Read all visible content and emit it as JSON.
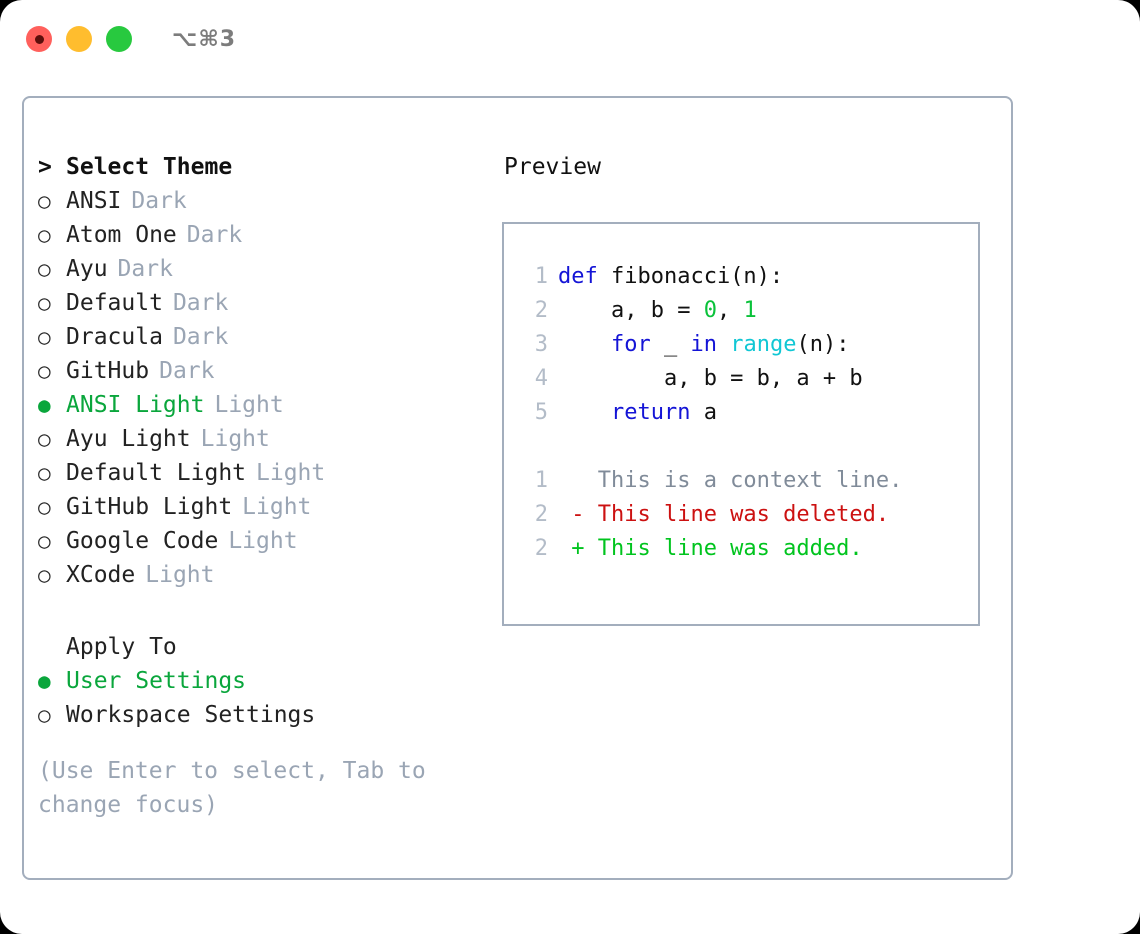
{
  "titlebar": {
    "shortcut": "⌥⌘3",
    "lights": [
      "close",
      "minimize",
      "maximize"
    ]
  },
  "theme_panel": {
    "heading": "Select Theme",
    "caret": ">",
    "bullet_selected": "●",
    "bullet_unselected": "○",
    "items": [
      {
        "label": "ANSI",
        "tag": "Dark",
        "selected": false
      },
      {
        "label": "Atom One",
        "tag": "Dark",
        "selected": false
      },
      {
        "label": "Ayu",
        "tag": "Dark",
        "selected": false
      },
      {
        "label": "Default",
        "tag": "Dark",
        "selected": false
      },
      {
        "label": "Dracula",
        "tag": "Dark",
        "selected": false
      },
      {
        "label": "GitHub",
        "tag": "Dark",
        "selected": false
      },
      {
        "label": "ANSI Light",
        "tag": "Light",
        "selected": true
      },
      {
        "label": "Ayu Light",
        "tag": "Light",
        "selected": false
      },
      {
        "label": "Default Light",
        "tag": "Light",
        "selected": false
      },
      {
        "label": "GitHub Light",
        "tag": "Light",
        "selected": false
      },
      {
        "label": "Google Code",
        "tag": "Light",
        "selected": false
      },
      {
        "label": "XCode",
        "tag": "Light",
        "selected": false
      }
    ]
  },
  "apply_to": {
    "heading": "Apply To",
    "items": [
      {
        "label": "User Settings",
        "selected": true
      },
      {
        "label": "Workspace Settings",
        "selected": false
      }
    ]
  },
  "hint": "(Use Enter to select, Tab to change focus)",
  "preview": {
    "title": "Preview",
    "code": [
      {
        "lineno": "1",
        "tokens": [
          {
            "t": "def ",
            "c": "kw"
          },
          {
            "t": "fibonacci(n):",
            "c": "plain"
          }
        ]
      },
      {
        "lineno": "2",
        "tokens": [
          {
            "t": "    a, b = ",
            "c": "plain"
          },
          {
            "t": "0",
            "c": "num"
          },
          {
            "t": ", ",
            "c": "plain"
          },
          {
            "t": "1",
            "c": "num"
          }
        ]
      },
      {
        "lineno": "3",
        "tokens": [
          {
            "t": "    ",
            "c": "plain"
          },
          {
            "t": "for",
            "c": "kw"
          },
          {
            "t": " _ ",
            "c": "plain"
          },
          {
            "t": "in",
            "c": "kw"
          },
          {
            "t": " ",
            "c": "plain"
          },
          {
            "t": "range",
            "c": "fn"
          },
          {
            "t": "(n):",
            "c": "plain"
          }
        ]
      },
      {
        "lineno": "4",
        "tokens": [
          {
            "t": "        a, b = b, a + b",
            "c": "plain"
          }
        ]
      },
      {
        "lineno": "5",
        "tokens": [
          {
            "t": "    ",
            "c": "plain"
          },
          {
            "t": "return",
            "c": "kw"
          },
          {
            "t": " a",
            "c": "plain"
          }
        ]
      }
    ],
    "diff": [
      {
        "lineno": "1",
        "marker": " ",
        "text": "This is a context line.",
        "kind": "diff-ctx"
      },
      {
        "lineno": "2",
        "marker": "-",
        "text": "This line was deleted.",
        "kind": "diff-del"
      },
      {
        "lineno": "2",
        "marker": "+",
        "text": "This line was added.",
        "kind": "diff-add"
      }
    ]
  },
  "colors": {
    "border": "#a3aebd",
    "accent_green": "#0aa63c",
    "muted": "#9aa5b4",
    "keyword": "#1414d6",
    "function": "#11c7d4",
    "number": "#0ac23a",
    "diff_delete": "#cc1111",
    "diff_add": "#00c41e"
  }
}
